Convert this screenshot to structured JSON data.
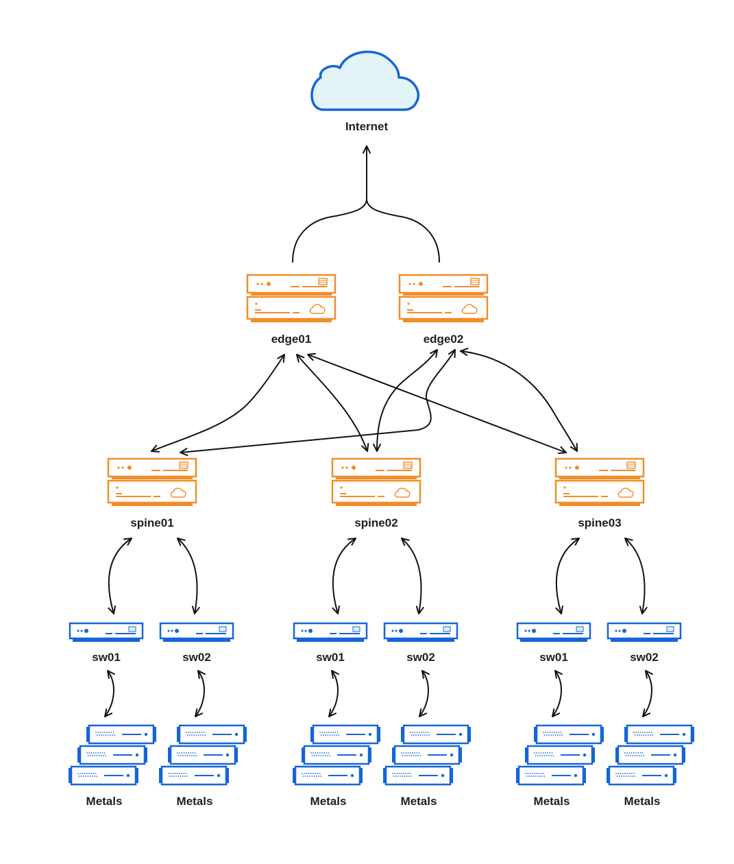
{
  "colors": {
    "router": "#f28c28",
    "switch": "#1565d8",
    "cloud_fill": "#e3f4f8",
    "cloud_stroke": "#1565d8",
    "line": "#111111"
  },
  "internet": {
    "label": "Internet",
    "icon": "cloud-icon"
  },
  "edges": [
    {
      "id": "edge01",
      "label": "edge01",
      "icon": "router-icon"
    },
    {
      "id": "edge02",
      "label": "edge02",
      "icon": "router-icon"
    }
  ],
  "spines": [
    {
      "id": "spine01",
      "label": "spine01",
      "icon": "router-icon",
      "switches": [
        {
          "label": "sw01",
          "icon": "switch-icon",
          "metals_label": "Metals"
        },
        {
          "label": "sw02",
          "icon": "switch-icon",
          "metals_label": "Metals"
        }
      ]
    },
    {
      "id": "spine02",
      "label": "spine02",
      "icon": "router-icon",
      "switches": [
        {
          "label": "sw01",
          "icon": "switch-icon",
          "metals_label": "Metals"
        },
        {
          "label": "sw02",
          "icon": "switch-icon",
          "metals_label": "Metals"
        }
      ]
    },
    {
      "id": "spine03",
      "label": "spine03",
      "icon": "router-icon",
      "switches": [
        {
          "label": "sw01",
          "icon": "switch-icon",
          "metals_label": "Metals"
        },
        {
          "label": "sw02",
          "icon": "switch-icon",
          "metals_label": "Metals"
        }
      ]
    }
  ]
}
